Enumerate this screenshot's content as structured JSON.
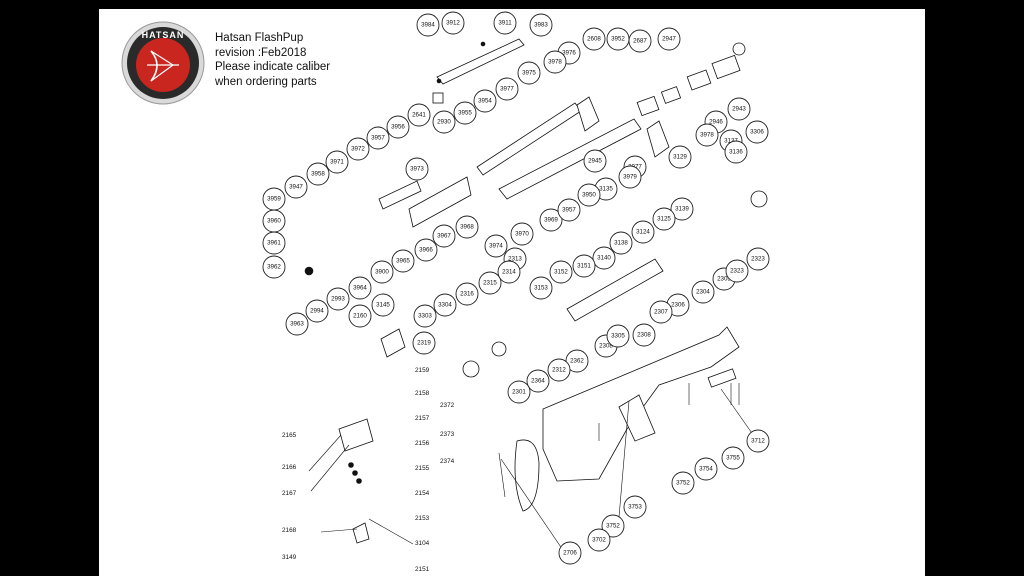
{
  "brand": {
    "logo_text": "HATSAN",
    "colors": {
      "logo_red": "#c8261f",
      "logo_dark": "#2a2a2a",
      "ring": "#d9d9d9"
    }
  },
  "header": {
    "lines": [
      "Hatsan FlashPup",
      "revision :Feb2018",
      "Please indicate caliber",
      "when ordering parts"
    ]
  },
  "callouts": [
    "3984",
    "3912",
    "3911",
    "3983",
    "2608",
    "3952",
    "2687",
    "2947",
    "3976",
    "3978",
    "3975",
    "3977",
    "3954",
    "2641",
    "2930",
    "3955",
    "3956",
    "3957",
    "3972",
    "3971",
    "3958",
    "3973",
    "2943",
    "2946",
    "3137",
    "3306",
    "3978",
    "3136",
    "3129",
    "2945",
    "3977",
    "3979",
    "3135",
    "3947",
    "3959",
    "3960",
    "3961",
    "3962",
    "3900",
    "3964",
    "3965",
    "3966",
    "3967",
    "3968",
    "3970",
    "3969",
    "3957",
    "3950",
    "3974",
    "3139",
    "3125",
    "3124",
    "3138",
    "3140",
    "3151",
    "3152",
    "3153",
    "2313",
    "2314",
    "2315",
    "2316",
    "3304",
    "3303",
    "2319",
    "2993",
    "2994",
    "3963",
    "3145",
    "2160",
    "2362",
    "2312",
    "2364",
    "2301",
    "2308",
    "3305",
    "2306",
    "2307",
    "2308",
    "2304",
    "2305",
    "2323",
    "2323",
    "3752",
    "3754",
    "3755",
    "3712",
    "3753",
    "3752",
    "3702",
    "2706"
  ],
  "free_labels": [
    "2159",
    "2158",
    "2157",
    "2156",
    "2155",
    "2154",
    "2153",
    "3104",
    "2151",
    "2165",
    "2166",
    "2167",
    "2168",
    "3149",
    "2372",
    "2373",
    "2374"
  ]
}
